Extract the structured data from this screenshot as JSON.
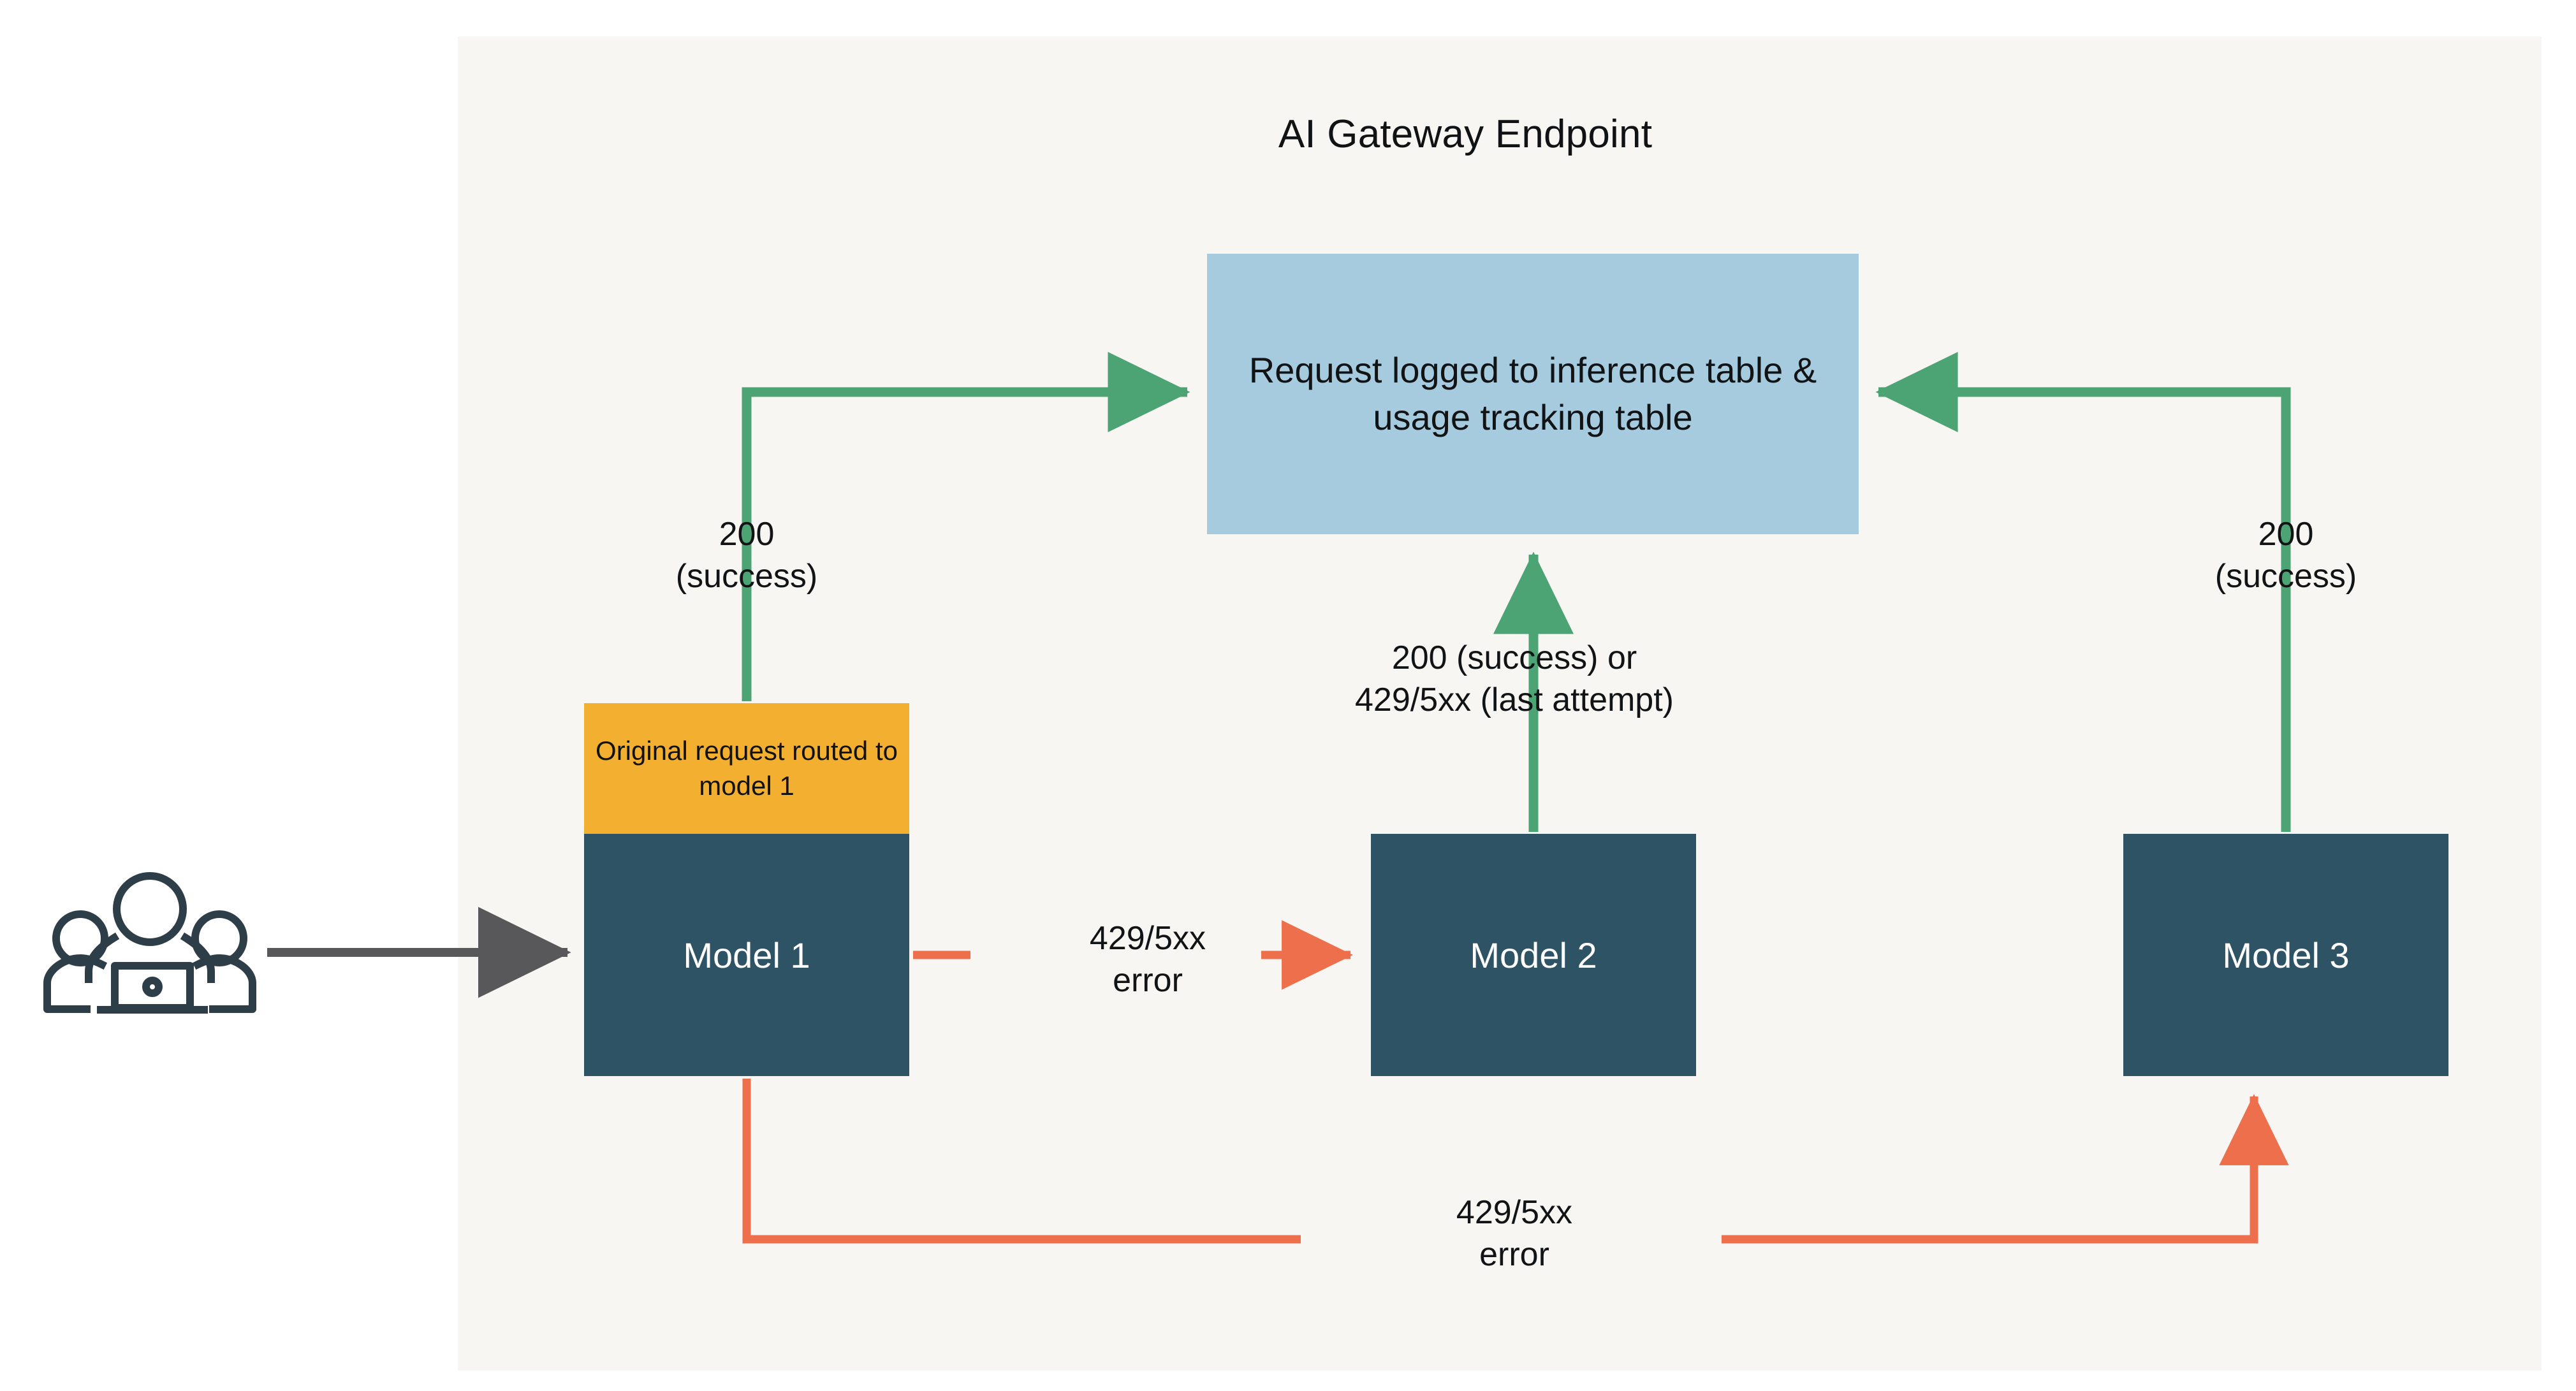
{
  "diagram": {
    "title": "AI Gateway Endpoint",
    "panel_background": "#f7f6f2",
    "page_background": "#ffffff",
    "nodes": {
      "actor": {
        "icon": "users-group-laptop-icon",
        "color": "#2d3e48"
      },
      "log_box": {
        "label": "Request logged to inference table & usage tracking table",
        "color": "#a6cbde"
      },
      "routing_note": {
        "label": "Original request routed to model 1",
        "color": "#f3af2f"
      },
      "model_1": {
        "label": "Model 1",
        "color": "#2d5365"
      },
      "model_2": {
        "label": "Model 2",
        "color": "#2d5365"
      },
      "model_3": {
        "label": "Model 3",
        "color": "#2d5365"
      }
    },
    "edges": [
      {
        "id": "actor-to-model-1",
        "from": "actor",
        "to": "model_1",
        "label": "",
        "color": "#58585a"
      },
      {
        "id": "model-1-success",
        "from": "model_1",
        "to": "log_box",
        "label": "200\n(success)",
        "color": "#4ca373"
      },
      {
        "id": "model-2-result",
        "from": "model_2",
        "to": "log_box",
        "label": "200 (success) or\n429/5xx (last attempt)",
        "color": "#4ca373"
      },
      {
        "id": "model-3-success",
        "from": "model_3",
        "to": "log_box",
        "label": "200\n(success)",
        "color": "#4ca373"
      },
      {
        "id": "model-1-to-model-2",
        "from": "model_1",
        "to": "model_2",
        "label": "429/5xx\nerror",
        "color": "#ed6f4c"
      },
      {
        "id": "model-1-to-model-3",
        "from": "model_1",
        "to": "model_3",
        "label": "429/5xx\nerror",
        "color": "#ed6f4c"
      }
    ]
  }
}
